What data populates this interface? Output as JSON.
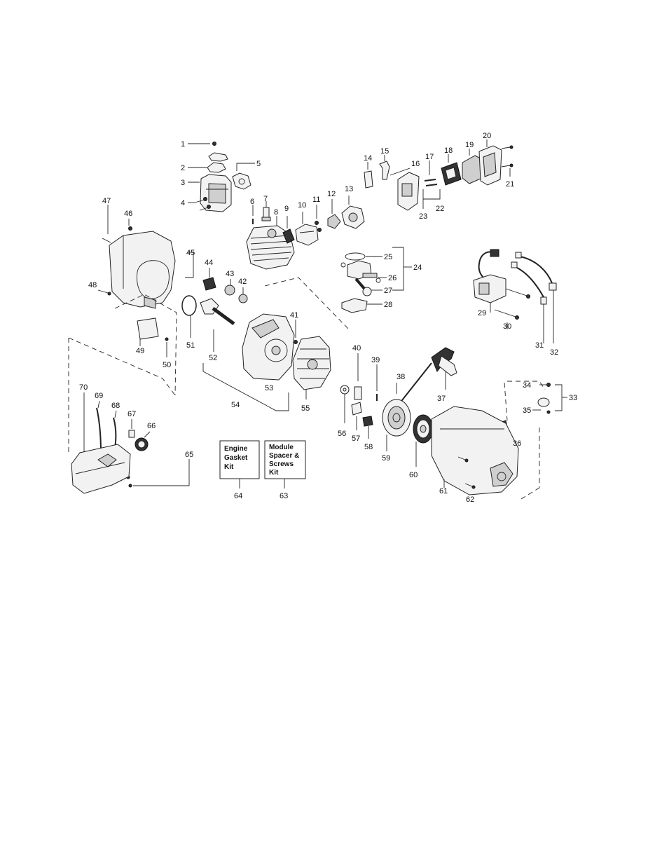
{
  "diagram": {
    "callouts": [
      "1",
      "2",
      "3",
      "4",
      "5",
      "6",
      "7",
      "8",
      "9",
      "10",
      "11",
      "12",
      "13",
      "14",
      "15",
      "16",
      "17",
      "18",
      "19",
      "20",
      "21",
      "22",
      "23",
      "24",
      "25",
      "26",
      "27",
      "28",
      "29",
      "30",
      "31",
      "32",
      "33",
      "34",
      "35",
      "36",
      "37",
      "38",
      "39",
      "40",
      "41",
      "42",
      "43",
      "44",
      "45",
      "46",
      "47",
      "48",
      "49",
      "50",
      "51",
      "52",
      "53",
      "54",
      "55",
      "56",
      "57",
      "58",
      "59",
      "60",
      "61",
      "62",
      "63",
      "64",
      "65",
      "66",
      "67",
      "68",
      "69",
      "70"
    ],
    "kits": {
      "engine_gasket": {
        "line1": "Engine",
        "line2": "Gasket",
        "line3": "Kit"
      },
      "module_spacer": {
        "line1": "Module",
        "line2": "Spacer &",
        "line3": "Screws",
        "line4": "Kit"
      }
    }
  }
}
